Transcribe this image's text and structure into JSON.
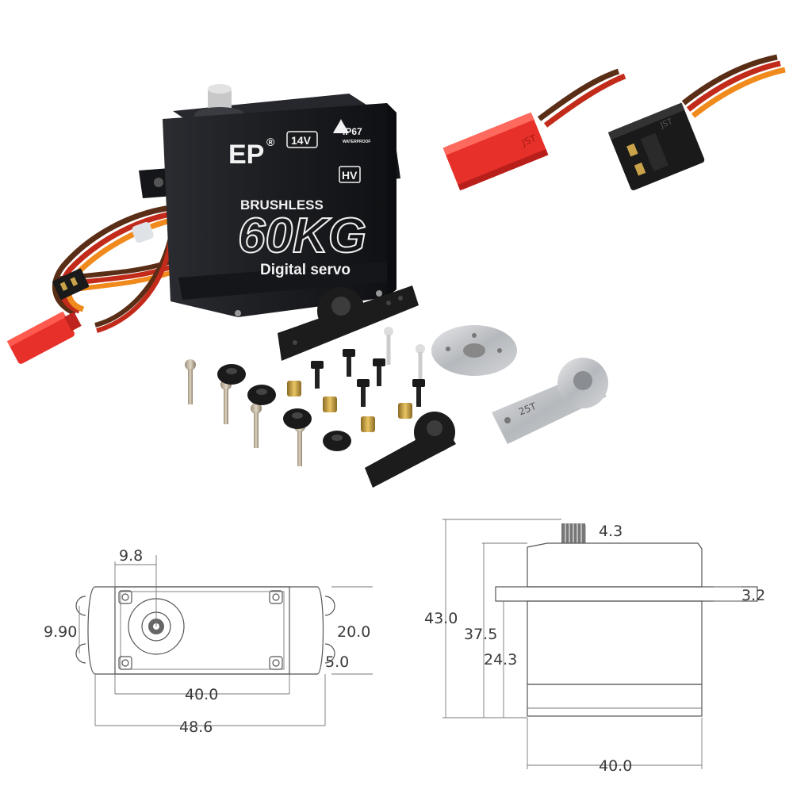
{
  "servo_label": {
    "brand": "EP",
    "registered": "®",
    "voltage": "14V",
    "rating": "IP67",
    "rating_sub": "WATERPROOF",
    "hv": "HV",
    "motor": "BRUSHLESS",
    "torque": "60KG",
    "type": "Digital servo"
  },
  "connector_marking": "JST",
  "horn_marking": "25T",
  "dimensions_front": {
    "hole_spacing_top": "9.8",
    "hole_spacing_side": "9.90",
    "height": "20.0",
    "slot": "5.0",
    "hole_spacing_x": "40.0",
    "overall_width": "48.6"
  },
  "dimensions_side": {
    "spline": "4.3",
    "flange": "3.2",
    "overall_height": "43.0",
    "body_height": "37.5",
    "lower_height": "24.3",
    "width": "40.0"
  },
  "colors": {
    "servo_body": "#1c1d21",
    "jst_red": "#e8302a",
    "wire_orange": "#f08a1c",
    "wire_red": "#c22a1a",
    "wire_brown": "#5a2e16",
    "aluminum": "#c7c9cc",
    "brass": "#c9a24a"
  }
}
